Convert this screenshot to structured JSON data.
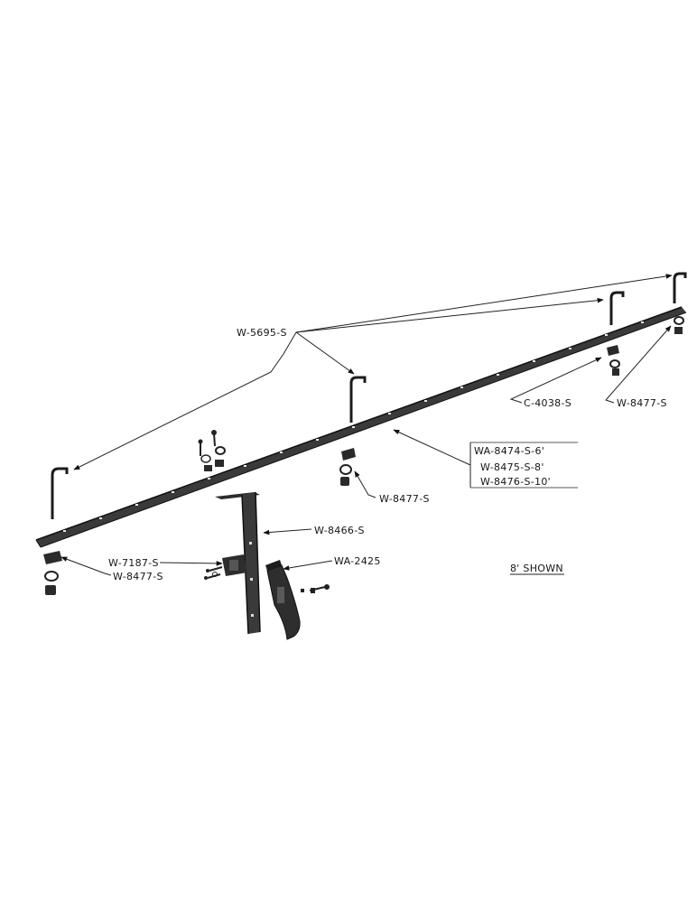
{
  "labels": {
    "w5695s": "W-5695-S",
    "c4038s": "C-4038-S",
    "w8477s_right": "W-8477-S",
    "wa8474s6": "WA-8474-S-6'",
    "w8475s8": "W-8475-S-8'",
    "w8476s10": "W-8476-S-10'",
    "w8477s_mid": "W-8477-S",
    "w8466s": "W-8466-S",
    "w7187s": "W-7187-S",
    "w8477s_left": "W-8477-S",
    "wa2425": "WA-2425",
    "shown_note": "8' SHOWN"
  }
}
